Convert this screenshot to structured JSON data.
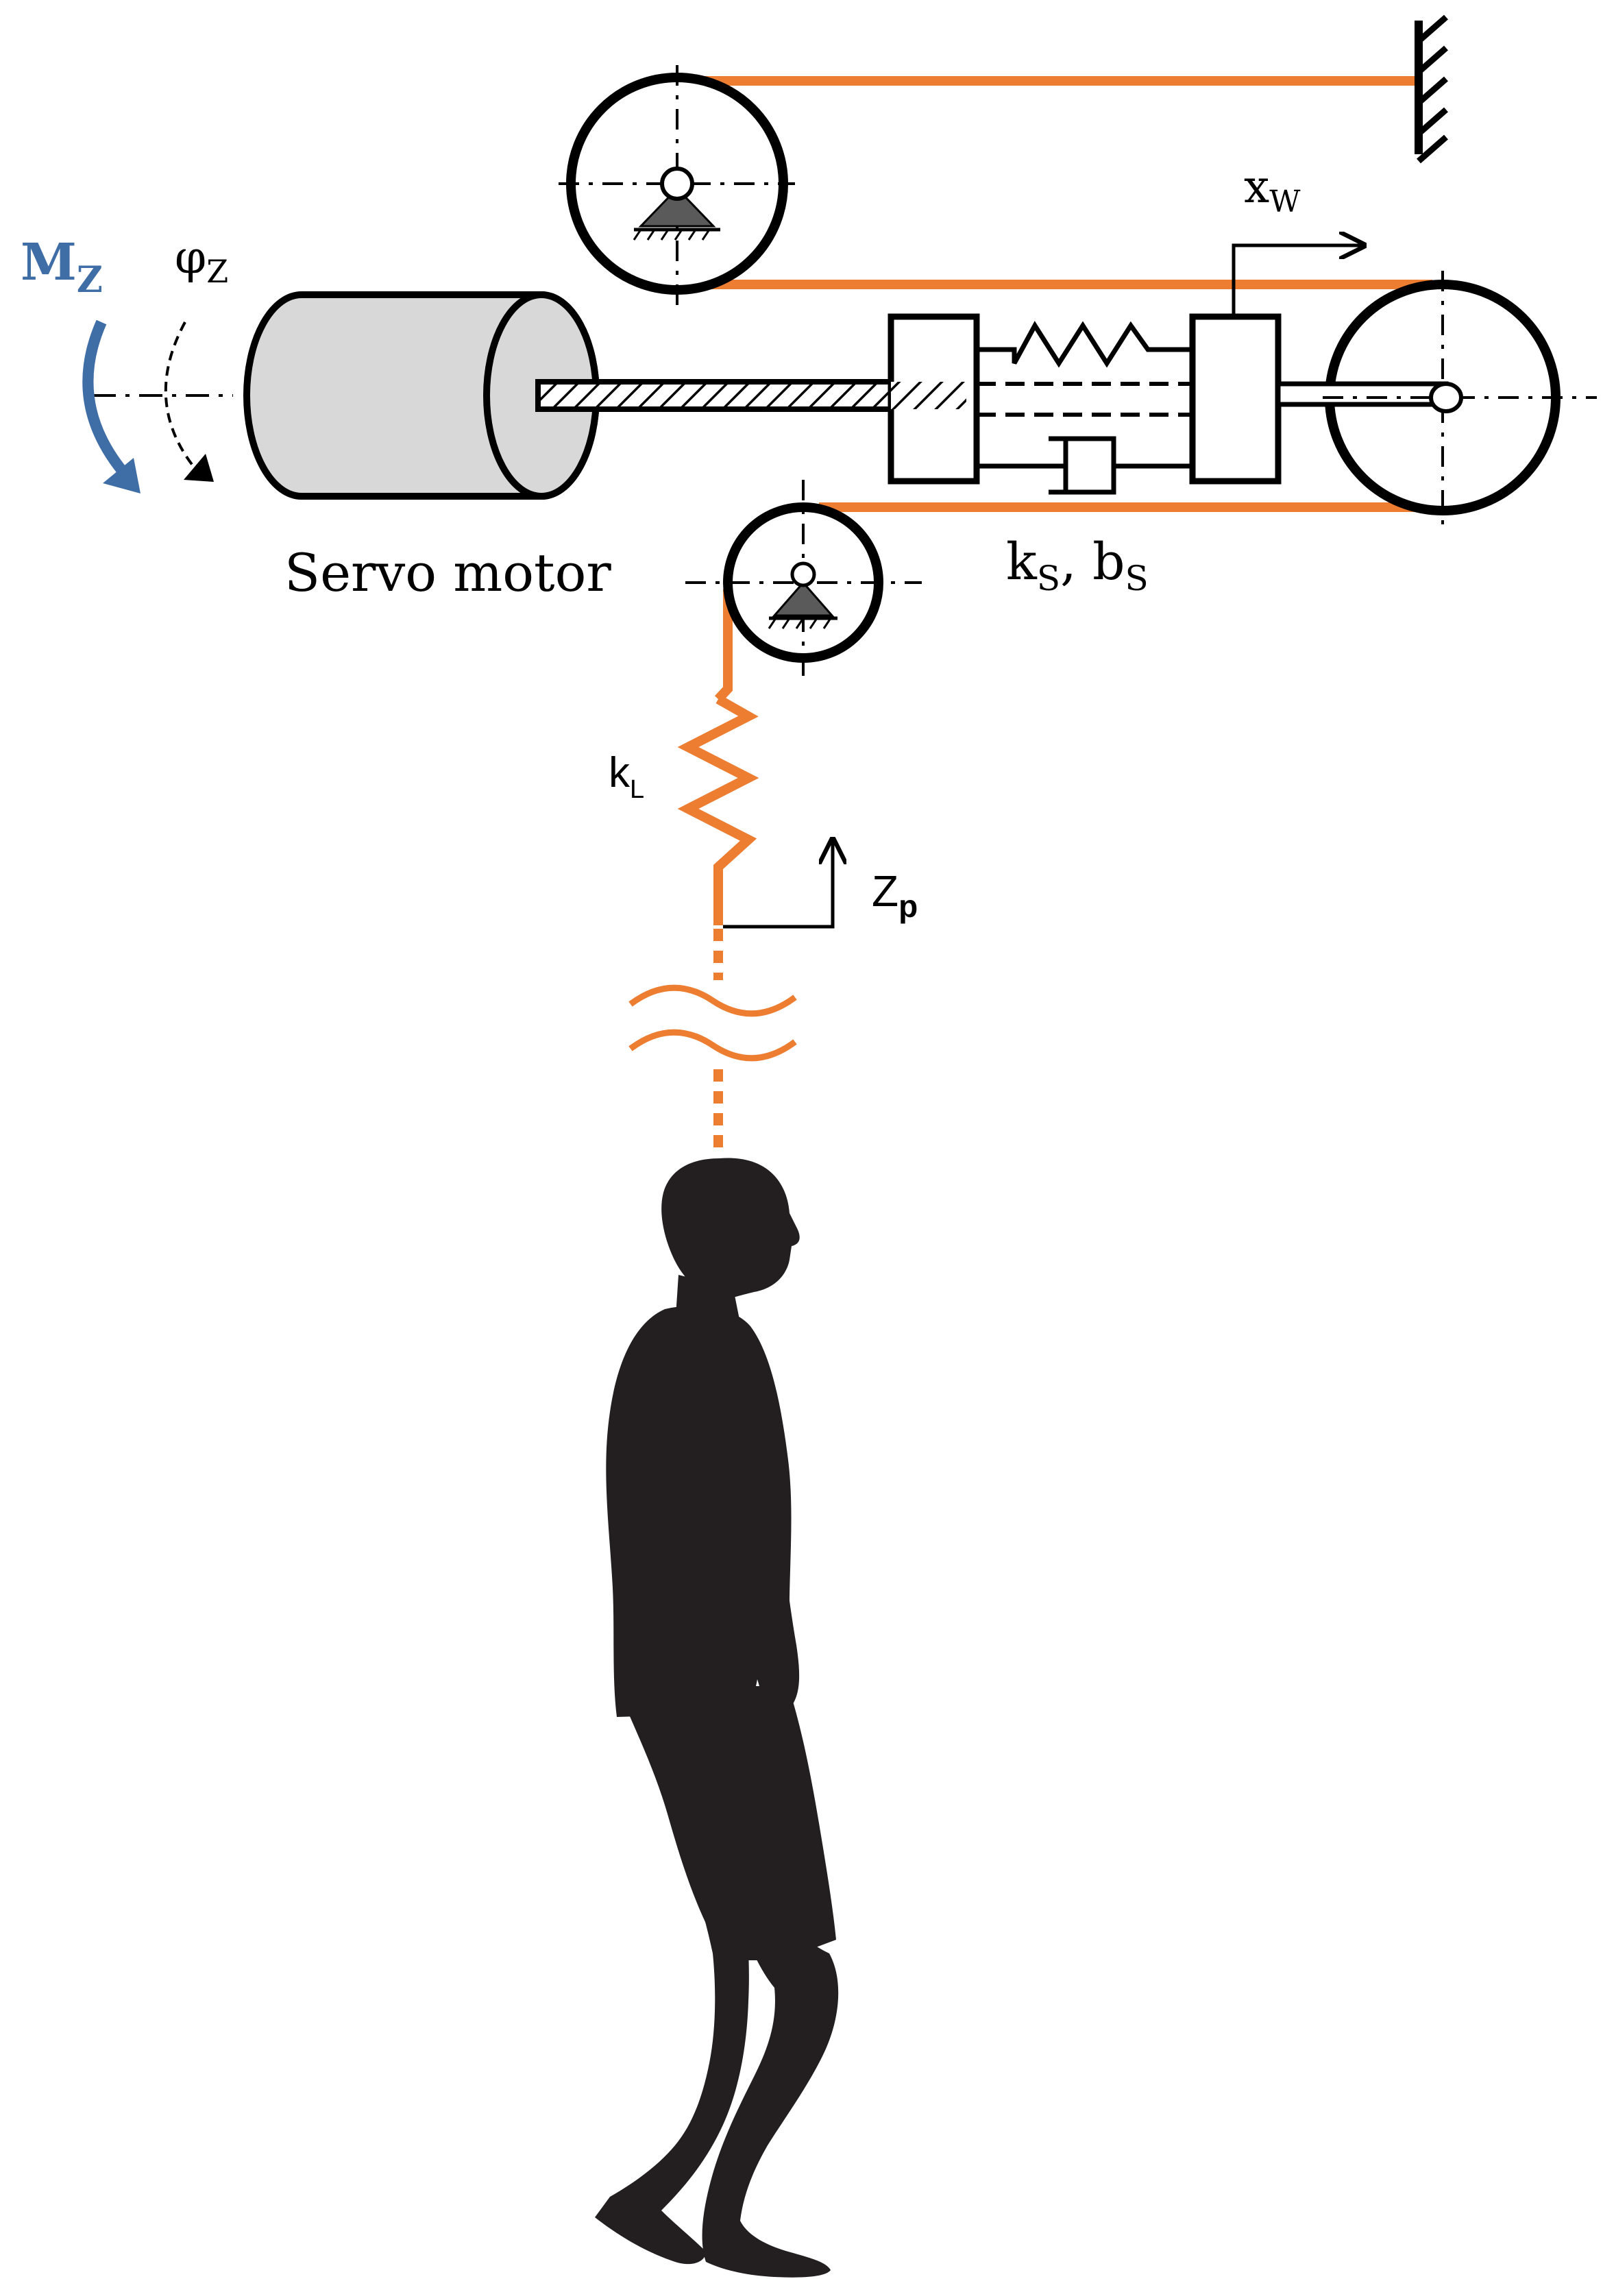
{
  "labels": {
    "moment": {
      "main": "M",
      "sub": "Z"
    },
    "angle": {
      "main": "φ",
      "sub": "Z"
    },
    "motor": "Servo motor",
    "wagon_disp": {
      "main": "x",
      "sub": "W"
    },
    "spring_damper": {
      "k": "k",
      "k_sub": "S",
      "sep": ", ",
      "b": "b",
      "b_sub": "S"
    },
    "rope_stiffness": {
      "main": "k",
      "sub": "L"
    },
    "person_disp": {
      "main": "Z",
      "sub": "p"
    }
  },
  "colors": {
    "rope": "#ED7D31",
    "line": "#000000",
    "moment_arrow": "#3F6DA6",
    "motor_fill": "#D8D8D8",
    "silhouette": "#231F20",
    "support": "#5A5A5A"
  }
}
